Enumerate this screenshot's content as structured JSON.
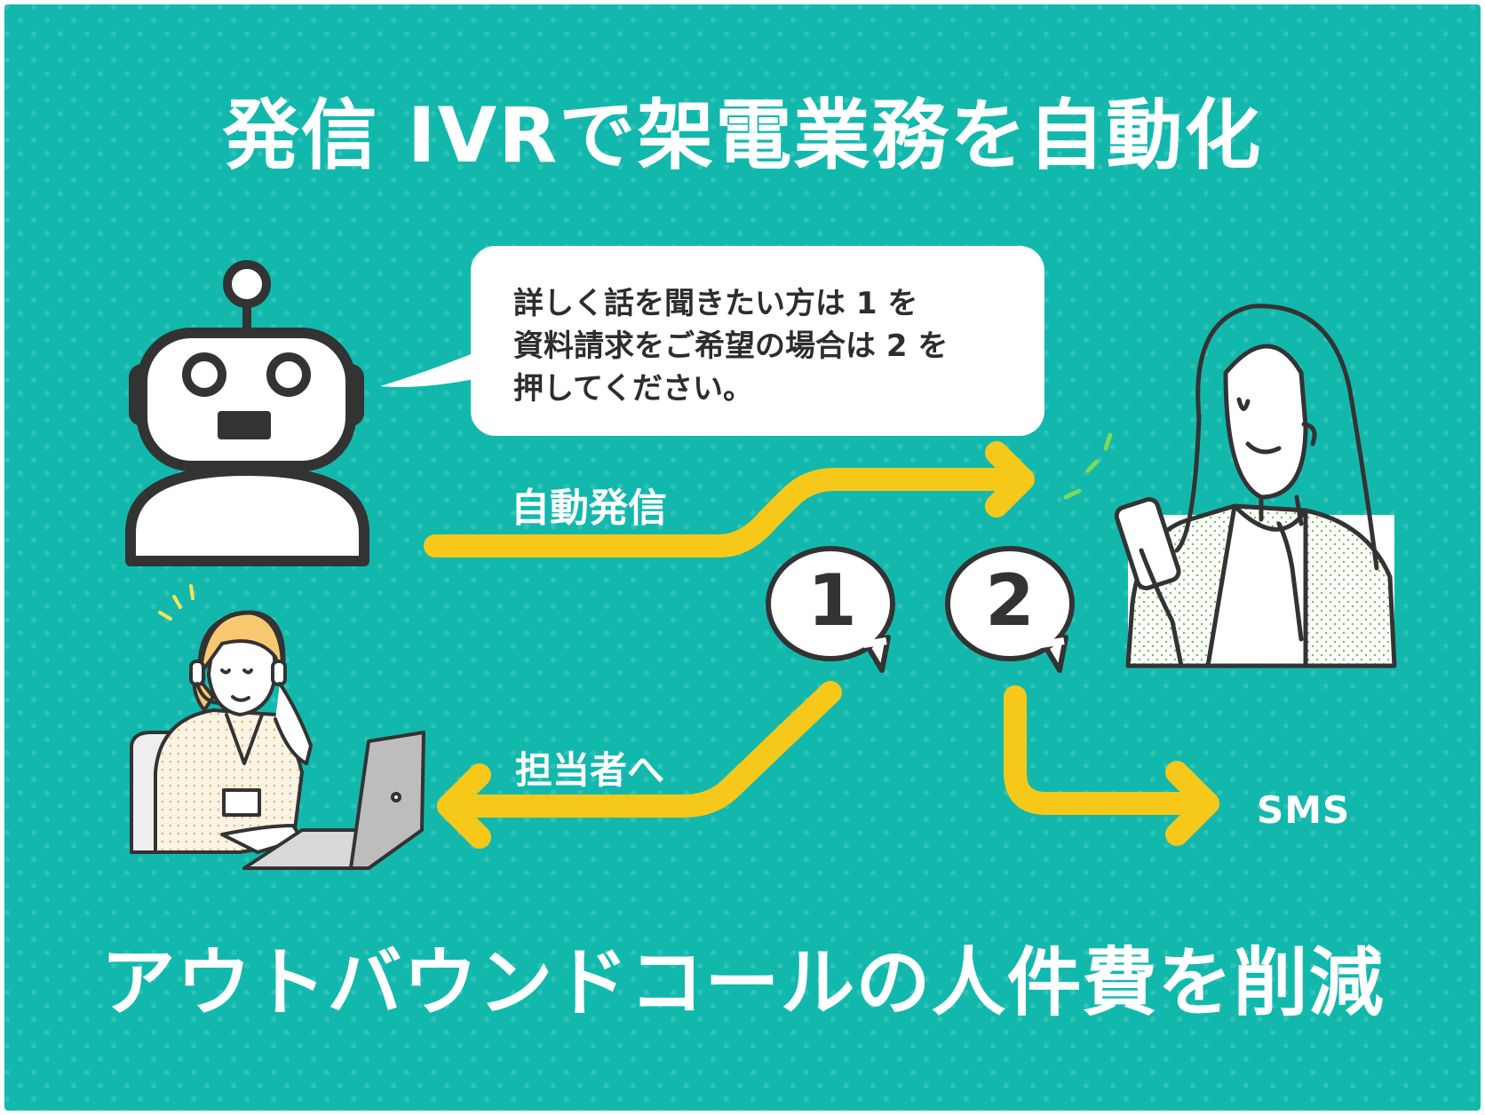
{
  "title": "発信 IVRで架電業務を自動化",
  "speech_bubble": {
    "line1": "詳しく話を聞きたい方は 1 を",
    "line2": "資料請求をご希望の場合は 2 を",
    "line3": "押してください。"
  },
  "labels": {
    "auto_call": "自動発信",
    "to_agent": "担当者へ",
    "sms": "SMS"
  },
  "options": {
    "one": "1",
    "two": "2"
  },
  "footer": "アウトバウンドコールの人件費を削減",
  "colors": {
    "background": "#13b8ad",
    "arrow": "#f5c81a",
    "ink": "#333333",
    "text": "#ffffff",
    "dots": "#6fc24a"
  },
  "icons": [
    "robot-icon",
    "customer-woman-icon",
    "operator-agent-icon",
    "laptop-icon",
    "smartphone-icon"
  ]
}
